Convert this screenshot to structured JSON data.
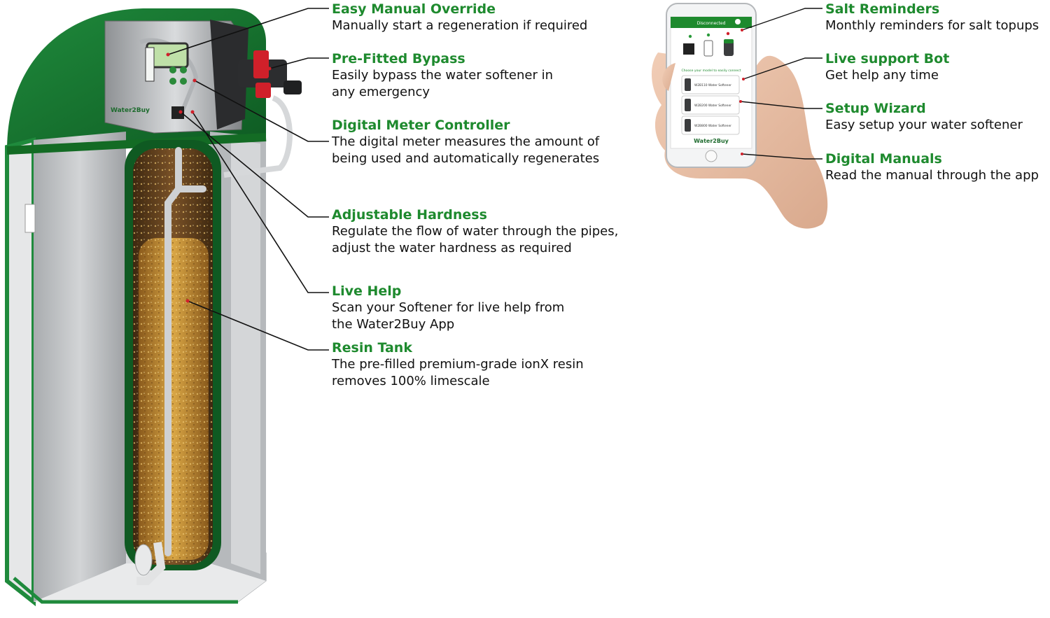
{
  "colors": {
    "brand_green": "#1e8a2e",
    "dark_green": "#136b24",
    "resin": "#c8922a",
    "body_grey": "#c6c8ca"
  },
  "softener": {
    "brand_label": "Water2Buy",
    "features": [
      {
        "title": "Easy Manual Override",
        "lines": [
          "Manually start a regeneration if required"
        ]
      },
      {
        "title": "Pre-Fitted Bypass",
        "lines": [
          "Easily bypass the water softener in",
          "any emergency"
        ]
      },
      {
        "title": "Digital Meter Controller",
        "lines": [
          "The digital meter measures the amount of",
          "being used and automatically regenerates"
        ]
      },
      {
        "title": "Adjustable Hardness",
        "lines": [
          "Regulate the flow of water through the pipes,",
          "adjust the water hardness as required"
        ]
      },
      {
        "title": "Live Help",
        "lines": [
          "Scan your Softener for live help from",
          "the Water2Buy App"
        ]
      },
      {
        "title": "Resin Tank",
        "lines": [
          "The pre-filled premium-grade ionX resin",
          "removes 100% limescale"
        ]
      }
    ]
  },
  "app": {
    "screen": {
      "header": "Disconnected",
      "prompt": "Choose your model to easily connect",
      "models": [
        "W2B110 Water Softener",
        "W2B200 Water Softener",
        "W2B800 Water Softener"
      ],
      "logo": "Water2Buy"
    },
    "features": [
      {
        "title": "Salt Reminders",
        "lines": [
          "Monthly reminders for salt topups"
        ]
      },
      {
        "title": "Live support Bot",
        "lines": [
          "Get help any time"
        ]
      },
      {
        "title": "Setup Wizard",
        "lines": [
          "Easy setup your water softener"
        ]
      },
      {
        "title": "Digital Manuals",
        "lines": [
          "Read the manual through the app"
        ]
      }
    ]
  }
}
